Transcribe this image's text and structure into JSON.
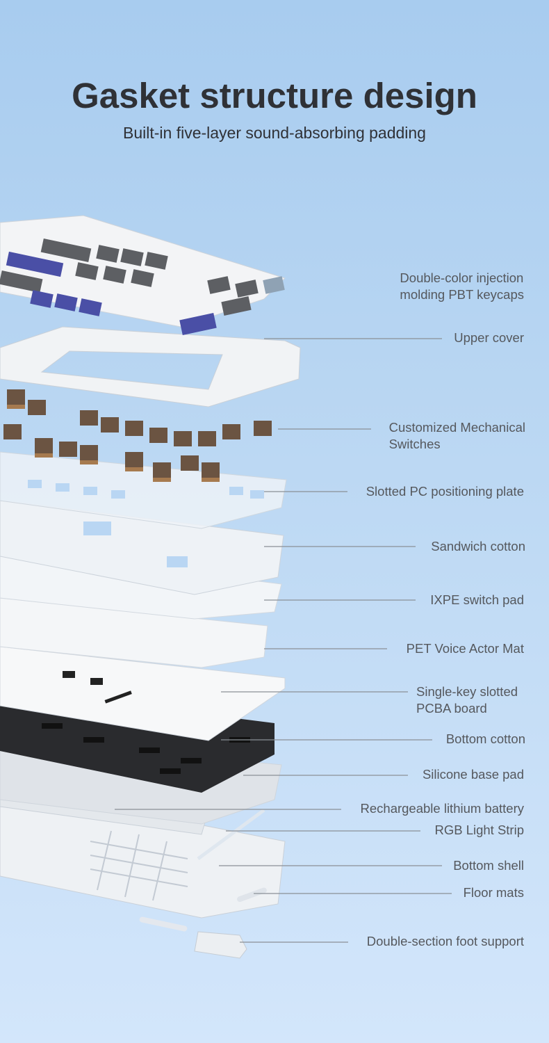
{
  "header": {
    "title": "Gasket structure design",
    "subtitle": "Built-in five-layer sound-absorbing padding"
  },
  "layers": [
    {
      "line1": "Double-color injection",
      "line2": "molding PBT keycaps"
    },
    {
      "line1": "Upper cover"
    },
    {
      "line1": "Customized Mechanical",
      "line2": "Switches"
    },
    {
      "line1": "Slotted PC positioning plate"
    },
    {
      "line1": "Sandwich cotton"
    },
    {
      "line1": "IXPE switch pad"
    },
    {
      "line1": "PET Voice Actor Mat"
    },
    {
      "line1": "Single-key slotted",
      "line2": "PCBA board"
    },
    {
      "line1": "Bottom cotton"
    },
    {
      "line1": "Silicone base pad"
    },
    {
      "line1": "Rechargeable lithium battery"
    },
    {
      "line1": "RGB Light Strip"
    },
    {
      "line1": "Bottom shell"
    },
    {
      "line1": "Floor mats"
    },
    {
      "line1": "Double-section foot support"
    }
  ],
  "colors": {
    "background_top": "#a8ccef",
    "background_bottom": "#d3e6fb",
    "text": "#2f3136",
    "label": "#55585d",
    "accent_keycap": "#4a4fa6"
  }
}
